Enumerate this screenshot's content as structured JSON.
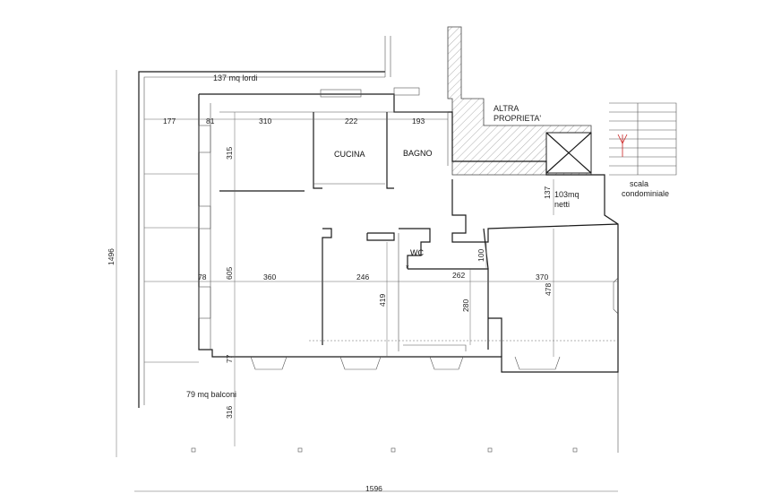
{
  "plan": {
    "areas": {
      "gross": "137 mq lordi",
      "net_line1": "103mq",
      "net_line2": "netti",
      "balconies": "79 mq balconi"
    },
    "rooms": {
      "kitchen": "CUCINA",
      "bathroom": "BAGNO",
      "wc": "WC",
      "other_property_line1": "ALTRA",
      "other_property_line2": "PROPRIETA'",
      "stairs_line1": "scala",
      "stairs_line2": "condominiale"
    },
    "marker": "*",
    "dimensions": {
      "top_177": "177",
      "top_81": "81",
      "top_310": "310",
      "top_222": "222",
      "top_193": "193",
      "v_315": "315",
      "v_137": "137",
      "v_100": "100",
      "mid_78": "78",
      "mid_360": "360",
      "mid_246": "246",
      "mid_262": "262",
      "mid_370": "370",
      "v_605": "605",
      "v_419": "419",
      "v_280": "280",
      "v_478": "478",
      "v_77": "77",
      "v_316": "316",
      "left_1496": "1496",
      "bottom_1596": "1596"
    }
  }
}
